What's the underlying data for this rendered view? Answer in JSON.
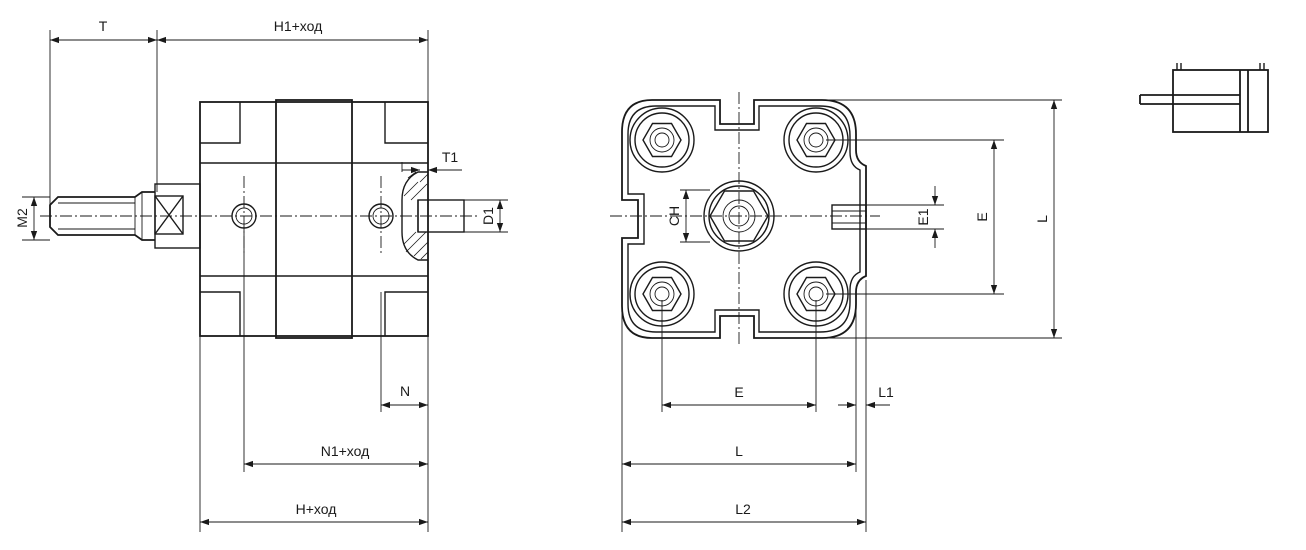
{
  "diagram": {
    "side_view": {
      "labels": {
        "T": "T",
        "H1": "H1+ход",
        "T1": "T1",
        "M2": "M2",
        "D1": "D1",
        "N": "N",
        "N1": "N1+ход",
        "H": "H+ход"
      }
    },
    "front_view": {
      "labels": {
        "CH": "CH",
        "E1": "E1",
        "E_vertical": "E",
        "L_vertical": "L",
        "E_horizontal": "E",
        "L1": "L1",
        "L_horizontal": "L",
        "L2": "L2"
      }
    },
    "symbol": {
      "name": "cylinder-symbol"
    }
  }
}
